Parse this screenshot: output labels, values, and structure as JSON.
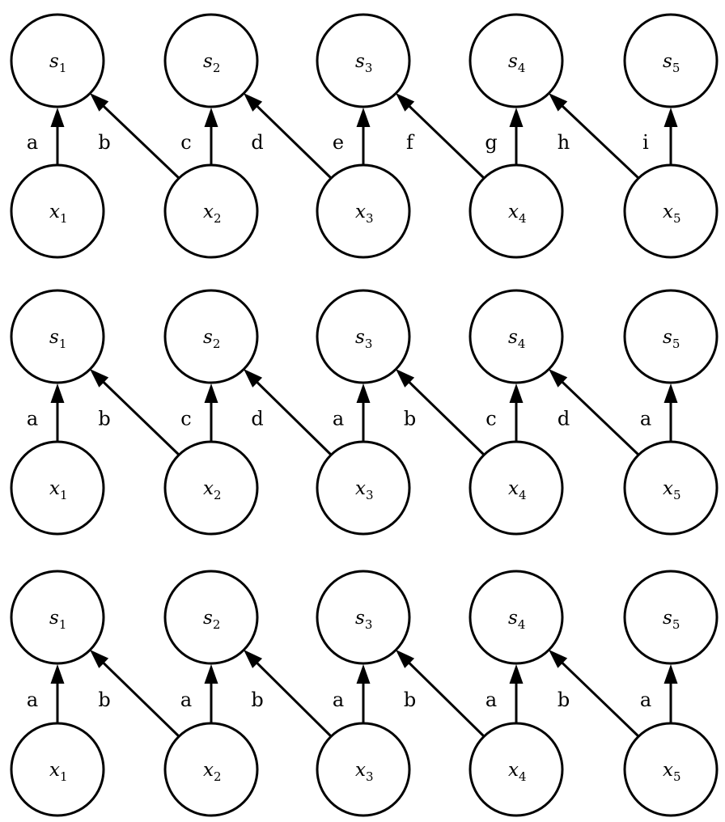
{
  "panels": [
    {
      "top_nodes": [
        {
          "base": "s",
          "sub": "1"
        },
        {
          "base": "s",
          "sub": "2"
        },
        {
          "base": "s",
          "sub": "3"
        },
        {
          "base": "s",
          "sub": "4"
        },
        {
          "base": "s",
          "sub": "5"
        }
      ],
      "bottom_nodes": [
        {
          "base": "x",
          "sub": "1"
        },
        {
          "base": "x",
          "sub": "2"
        },
        {
          "base": "x",
          "sub": "3"
        },
        {
          "base": "x",
          "sub": "4"
        },
        {
          "base": "x",
          "sub": "5"
        }
      ],
      "vertical_edge_labels": [
        "a",
        "c",
        "e",
        "g",
        "i"
      ],
      "diagonal_edge_labels": [
        "b",
        "d",
        "f",
        "h"
      ]
    },
    {
      "top_nodes": [
        {
          "base": "s",
          "sub": "1"
        },
        {
          "base": "s",
          "sub": "2"
        },
        {
          "base": "s",
          "sub": "3"
        },
        {
          "base": "s",
          "sub": "4"
        },
        {
          "base": "s",
          "sub": "5"
        }
      ],
      "bottom_nodes": [
        {
          "base": "x",
          "sub": "1"
        },
        {
          "base": "x",
          "sub": "2"
        },
        {
          "base": "x",
          "sub": "3"
        },
        {
          "base": "x",
          "sub": "4"
        },
        {
          "base": "x",
          "sub": "5"
        }
      ],
      "vertical_edge_labels": [
        "a",
        "c",
        "a",
        "c",
        "a"
      ],
      "diagonal_edge_labels": [
        "b",
        "d",
        "b",
        "d"
      ]
    },
    {
      "top_nodes": [
        {
          "base": "s",
          "sub": "1"
        },
        {
          "base": "s",
          "sub": "2"
        },
        {
          "base": "s",
          "sub": "3"
        },
        {
          "base": "s",
          "sub": "4"
        },
        {
          "base": "s",
          "sub": "5"
        }
      ],
      "bottom_nodes": [
        {
          "base": "x",
          "sub": "1"
        },
        {
          "base": "x",
          "sub": "2"
        },
        {
          "base": "x",
          "sub": "3"
        },
        {
          "base": "x",
          "sub": "4"
        },
        {
          "base": "x",
          "sub": "5"
        }
      ],
      "vertical_edge_labels": [
        "a",
        "a",
        "a",
        "a",
        "a"
      ],
      "diagonal_edge_labels": [
        "b",
        "b",
        "b",
        "b"
      ]
    }
  ]
}
